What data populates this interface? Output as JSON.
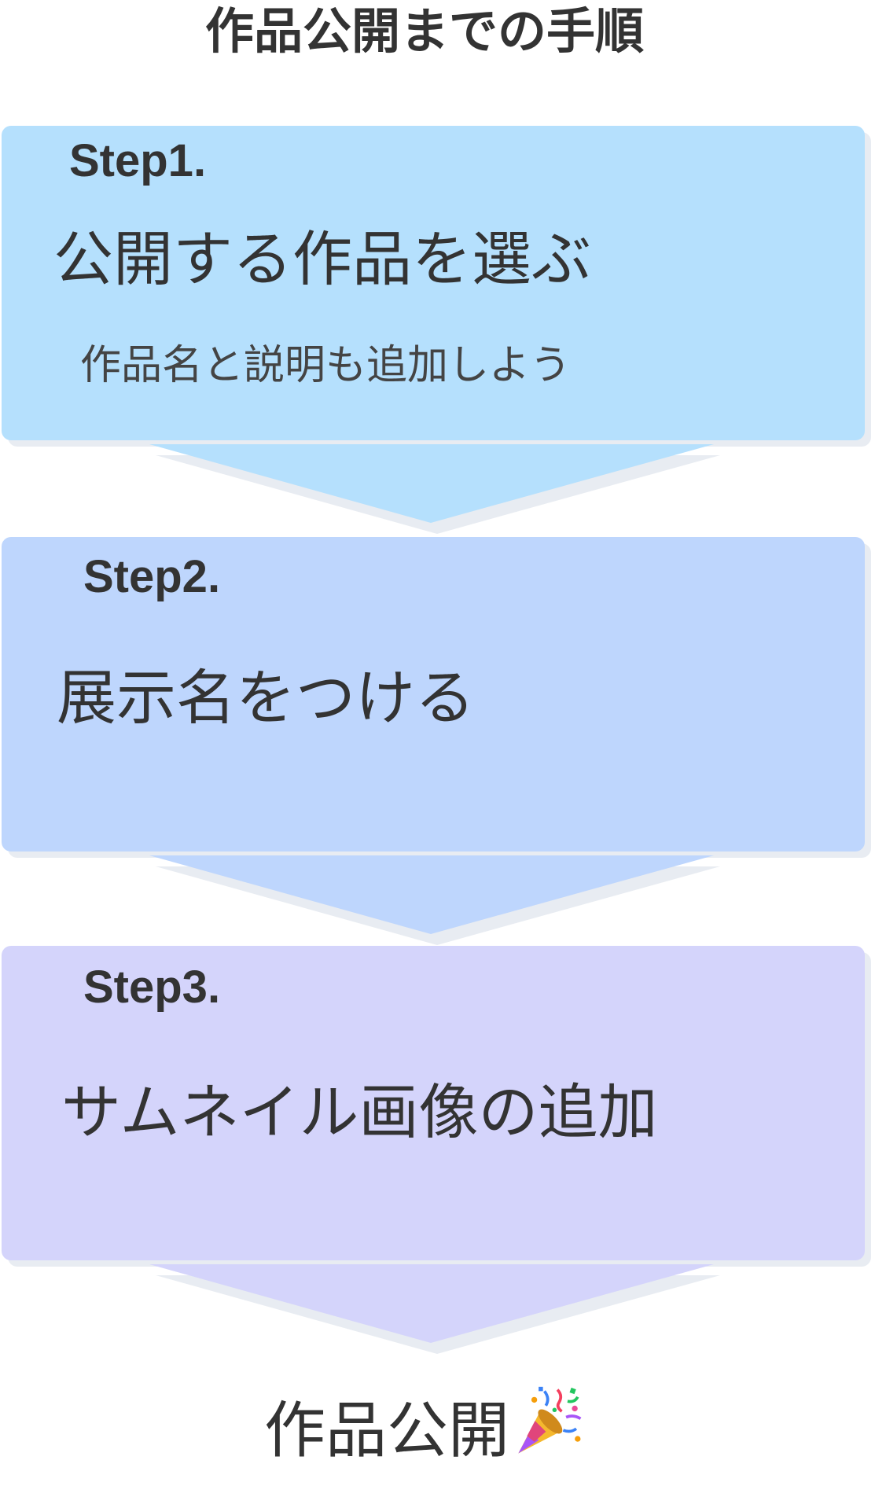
{
  "title": "作品公開までの手順",
  "colors": {
    "step1": "#b5e0fd",
    "step2": "#bed6fd",
    "step3": "#d4d4fb",
    "text": "#333333"
  },
  "steps": [
    {
      "label": "Step1.",
      "heading": "公開する作品を選ぶ",
      "sub": "作品名と説明も追加しよう"
    },
    {
      "label": "Step2.",
      "heading": "展示名をつける",
      "sub": ""
    },
    {
      "label": "Step3.",
      "heading": "サムネイル画像の追加",
      "sub": ""
    }
  ],
  "final": {
    "text": "作品公開",
    "icon": "party-popper-icon"
  }
}
